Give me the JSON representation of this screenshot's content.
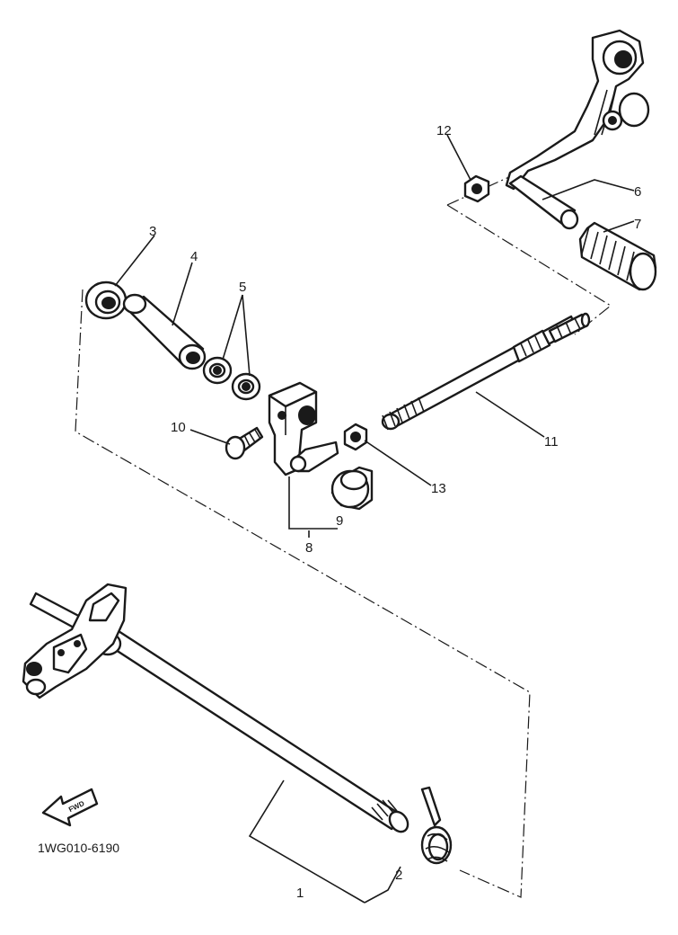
{
  "diagram": {
    "part_code": "1WG010-6190",
    "direction_label": "FWD",
    "callouts": {
      "c1": "1",
      "c2": "2",
      "c3": "3",
      "c4": "4",
      "c5": "5",
      "c6": "6",
      "c7": "7",
      "c8": "8",
      "c9": "9",
      "c10": "10",
      "c11": "11",
      "c12": "12",
      "c13": "13"
    },
    "icons": [
      "fwd-arrow-icon"
    ]
  }
}
